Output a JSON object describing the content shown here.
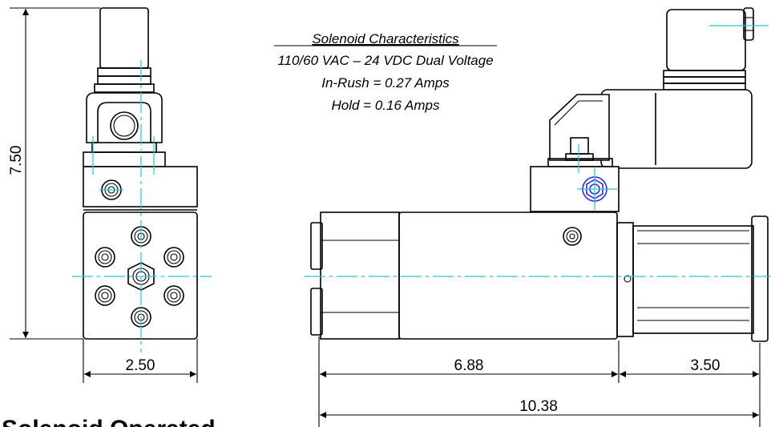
{
  "notes": {
    "heading": "Solenoid Characteristics",
    "line1": "110/60 VAC – 24 VDC Dual Voltage",
    "line2": "In-Rush = 0.27 Amps",
    "line3": "Hold = 0.16 Amps"
  },
  "dimensions": {
    "height": "7.50",
    "front_width": "2.50",
    "body_length": "6.88",
    "solenoid_length": "3.50",
    "overall_length": "10.38"
  },
  "title": "Solenoid Operated",
  "colors": {
    "centerline": "#22c8dc",
    "highlight_bolt": "#2b2bd9",
    "outline": "#000000"
  }
}
